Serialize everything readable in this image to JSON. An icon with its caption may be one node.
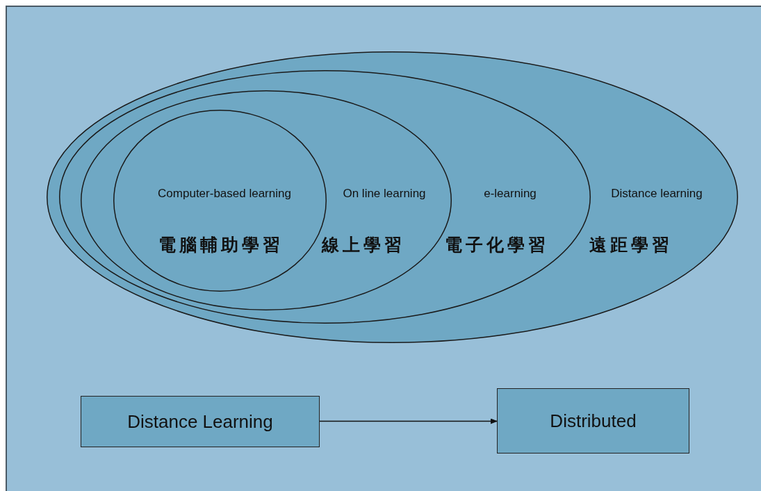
{
  "diagram": {
    "nodes": [
      {
        "text": [
          "Distance learning",
          "遠距學習"
        ]
      },
      {
        "text": [
          "e-learning",
          "電子化學習"
        ],
        "in": 0
      },
      {
        "text": [
          "On line learning",
          "線上學習"
        ],
        "in": 1
      },
      {
        "text": [
          "Computer-based learning",
          "電腦輔助學習"
        ],
        "in": 2
      },
      {
        "text": [
          "Distance Learning"
        ]
      },
      {
        "text": [
          "Distributed"
        ]
      }
    ],
    "edges": [
      {
        "from": 4,
        "to": 5,
        "arrow": "to"
      }
    ]
  }
}
